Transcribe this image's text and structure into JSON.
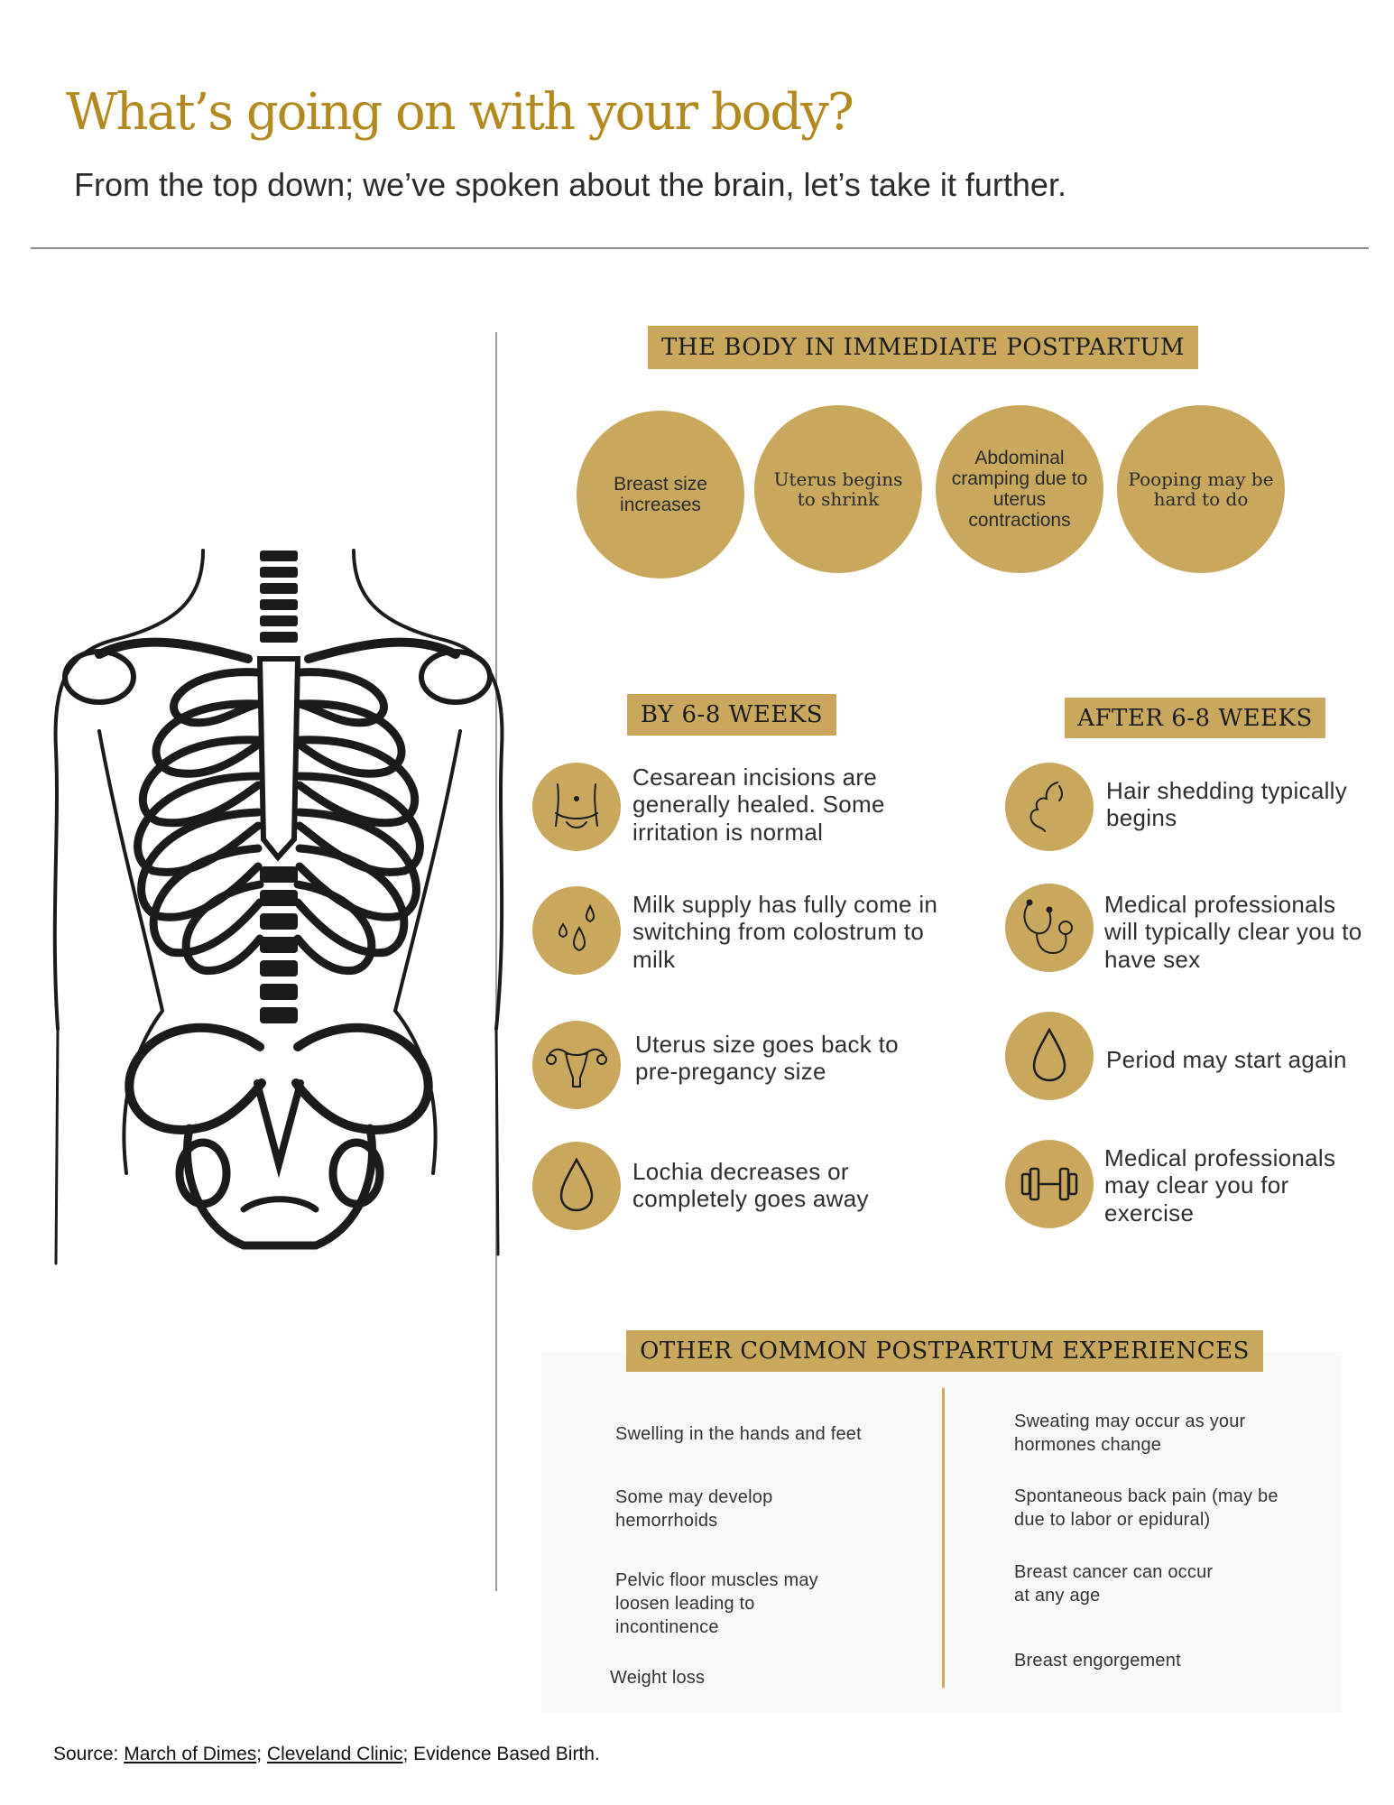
{
  "header": {
    "title": "What’s going on with your body?",
    "subtitle": "From the top down; we’ve spoken about the brain, let’s take it further."
  },
  "colors": {
    "accent": "#c9a85e",
    "title": "#b3891f",
    "panel": "#f8f8f4"
  },
  "immediate": {
    "heading": "THE BODY IN IMMEDIATE POSTPARTUM",
    "bubbles": [
      "Breast size increases",
      "Uterus begins to shrink",
      "Abdominal cramping due to uterus contractions",
      "Pooping may be hard to do"
    ]
  },
  "weeks": {
    "heading": "BY 6-8 WEEKS",
    "items": [
      {
        "text": "Cesarean incisions are generally healed. Some irritation is normal",
        "icon": "abdomen-icon"
      },
      {
        "text": "Milk supply has fully come in switching from colostrum to milk",
        "icon": "drops-icon"
      },
      {
        "text": "Uterus size goes back to pre-pregancy size",
        "icon": "uterus-icon"
      },
      {
        "text": "Lochia decreases or completely goes away",
        "icon": "drop-icon"
      }
    ]
  },
  "after": {
    "heading": "AFTER 6-8 WEEKS",
    "items": [
      {
        "text": "Hair shedding typically begins",
        "icon": "hair-icon"
      },
      {
        "text": "Medical professionals will typically clear you to have sex",
        "icon": "stethoscope-icon"
      },
      {
        "text": "Period may start again",
        "icon": "drop-icon"
      },
      {
        "text": "Medical professionals may clear you for exercise",
        "icon": "dumbbell-icon"
      }
    ]
  },
  "other": {
    "heading": "OTHER COMMON POSTPARTUM EXPERIENCES",
    "left": [
      "Swelling in the hands and feet",
      "Some may develop hemorrhoids",
      "Pelvic floor muscles may loosen leading to incontinence",
      "Weight loss"
    ],
    "right": [
      "Sweating may occur as your hormones change",
      "Spontaneous back pain (may be due to labor or epidural)",
      "Breast cancer can occur at any age",
      "Breast engorgement"
    ]
  },
  "source": {
    "prefix": "Source: ",
    "link1": "March of Dimes",
    "sep1": "; ",
    "link2": "Cleveland Clinic",
    "suffix": "; Evidence Based Birth."
  },
  "illustration": {
    "icon": "skeleton-torso-icon"
  }
}
